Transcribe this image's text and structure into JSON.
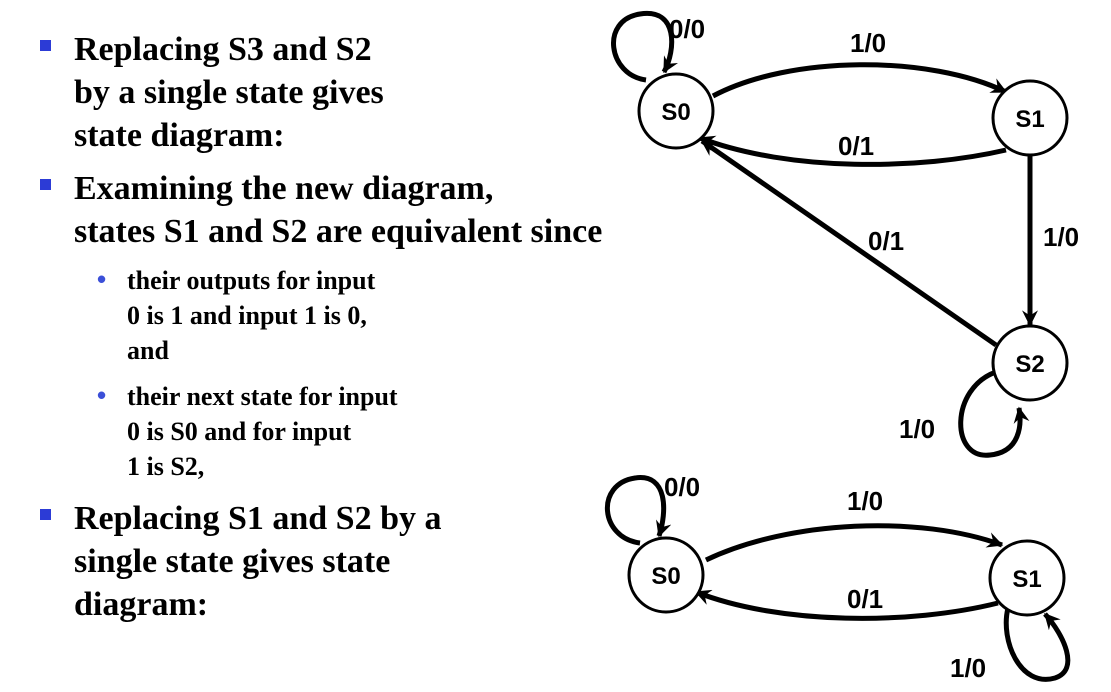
{
  "bullets": [
    {
      "lines": [
        "Replacing S3 and S2",
        "by a single state gives",
        "state diagram:"
      ]
    },
    {
      "lines": [
        "Examining the new diagram,",
        "states S1 and S2 are equivalent since"
      ],
      "sub": [
        {
          "lines": [
            "their outputs for input",
            "0 is 1 and input 1 is 0,",
            "and"
          ]
        },
        {
          "lines": [
            "their next state for input",
            "0 is S0 and for input",
            "1 is  S2,"
          ]
        }
      ]
    },
    {
      "lines": [
        "Replacing S1 and S2 by a",
        "single state gives state",
        "diagram:"
      ]
    }
  ],
  "diagram_top": {
    "states": {
      "s0": "S0",
      "s1": "S1",
      "s2": "S2"
    },
    "edges": {
      "s0_self": "0/0",
      "s0_s1": "1/0",
      "s1_s0": "0/1",
      "s2_s0": "0/1",
      "s1_s2": "1/0",
      "s2_self": "1/0"
    }
  },
  "diagram_bottom": {
    "states": {
      "s0": "S0",
      "s1": "S1"
    },
    "edges": {
      "s0_self": "0/0",
      "s0_s1": "1/0",
      "s1_s0": "0/1",
      "s1_self": "1/0"
    }
  },
  "colors": {
    "bullet_square": "#2c3bd6",
    "bullet_dot": "#3b4fd8",
    "ink": "#000000"
  }
}
